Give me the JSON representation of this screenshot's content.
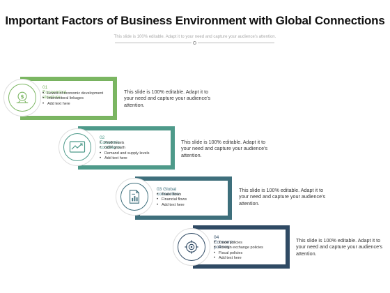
{
  "title": "Important Factors of Business Environment with Global Connections",
  "subtitle": "This slide is 100% editable. Adapt it to your need and capture your audience's attention.",
  "steps": [
    {
      "heading": "01 Economical structure:",
      "bullets": [
        "Levels of economic development",
        "Intersectoral linkages",
        "Add text here"
      ],
      "description": "This slide is 100% editable. Adapt it to your need and capture your audience's attention.",
      "icon": "dollar-coin-icon",
      "color": "#7bb662"
    },
    {
      "heading": "02 Economic conditions:",
      "bullets": [
        "Profit levels",
        "GDP growth",
        "Demand and supply levels",
        "Add text here"
      ],
      "description": "This slide is 100% editable. Adapt it to your need and capture your audience's attention.",
      "icon": "line-chart-icon",
      "color": "#4e9a8a"
    },
    {
      "heading": "03 Global connection:",
      "bullets": [
        "Trade flows",
        "Financial flows",
        "Add text here"
      ],
      "description": "This slide is 100% editable. Adapt it to your need and capture your audience's attention.",
      "icon": "report-icon",
      "color": "#3e6f7c"
    },
    {
      "heading": "04 Economic policies:",
      "bullets": [
        "Trade policies",
        "Foreign exchange policies",
        "Fiscal policies",
        "Add text here"
      ],
      "description": "This slide is 100% editable. Adapt it to your need and capture your audience's attention.",
      "icon": "gear-target-icon",
      "color": "#2f4a64"
    }
  ]
}
